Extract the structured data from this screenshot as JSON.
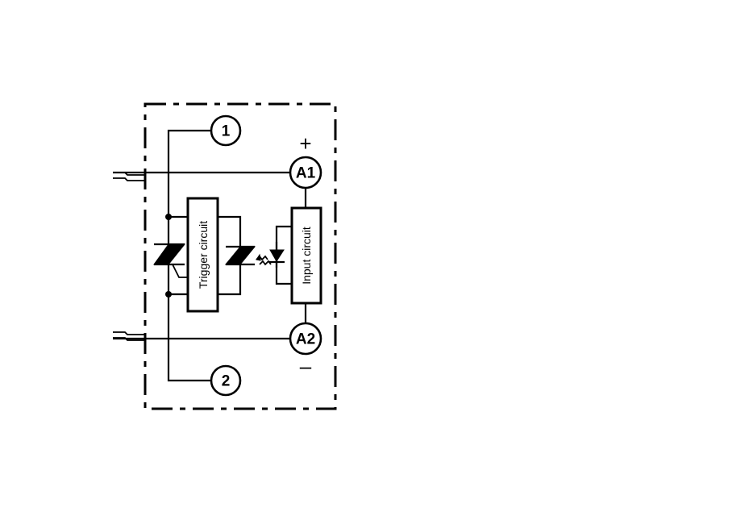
{
  "terminals": {
    "load_1": "1",
    "load_2": "2",
    "control_a1": "A1",
    "control_a2": "A2"
  },
  "polarity": {
    "plus": "+",
    "minus": "–"
  },
  "blocks": {
    "trigger": "Trigger circuit",
    "input": "Input circuit"
  }
}
